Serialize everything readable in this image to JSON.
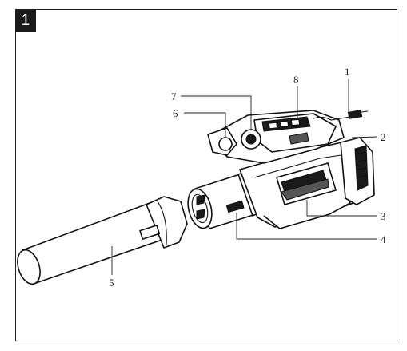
{
  "figure": {
    "number": "1"
  },
  "callouts": [
    {
      "id": "1",
      "label": "1"
    },
    {
      "id": "2",
      "label": "2"
    },
    {
      "id": "3",
      "label": "3"
    },
    {
      "id": "4",
      "label": "4"
    },
    {
      "id": "5",
      "label": "5"
    },
    {
      "id": "6",
      "label": "6"
    },
    {
      "id": "7",
      "label": "7"
    },
    {
      "id": "8",
      "label": "8"
    }
  ],
  "parts_icons": [
    "leaf-blower-illustration",
    "nozzle-tube",
    "blower-tube",
    "battery-pack",
    "trigger-switch",
    "handle-grip",
    "lock-button",
    "speed-knob"
  ]
}
